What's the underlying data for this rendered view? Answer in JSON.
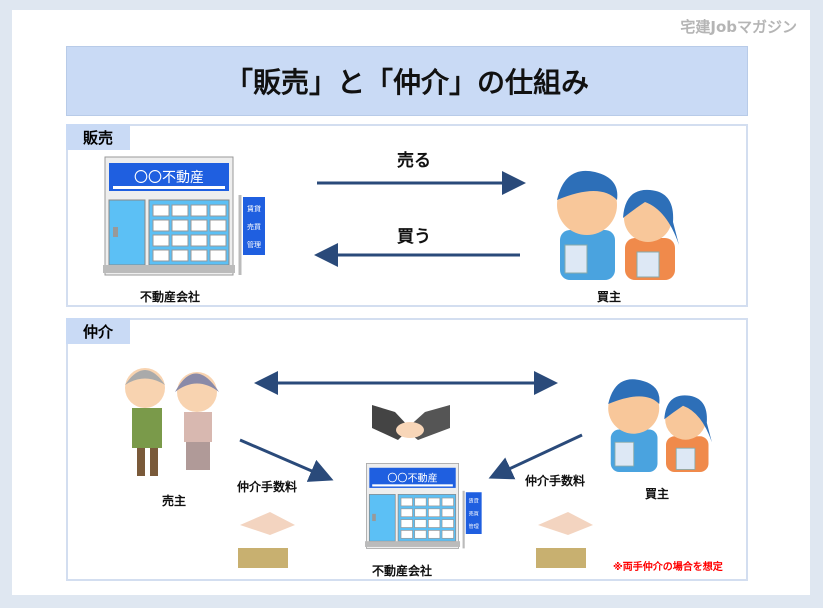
{
  "brand": "宅建Jobマガジン",
  "title": "「販売」と「仲介」の仕組み",
  "sales": {
    "label": "販売",
    "company": "不動産会社",
    "buyer": "買主",
    "sell_arrow": "売る",
    "buy_arrow": "買う"
  },
  "brokerage": {
    "label": "仲介",
    "seller": "売主",
    "buyer": "買主",
    "company": "不動産会社",
    "fee_left": "仲介手数料",
    "fee_right": "仲介手数料",
    "note": "※両手仲介の場合を想定"
  },
  "building": {
    "sign": "〇〇不動産",
    "flag": [
      "賃貸",
      "売買",
      "管理"
    ]
  },
  "colors": {
    "accent": "#c9daf5",
    "arrow": "#2a4a7a",
    "sign": "#1f5fe0",
    "note": "#ff0000"
  }
}
